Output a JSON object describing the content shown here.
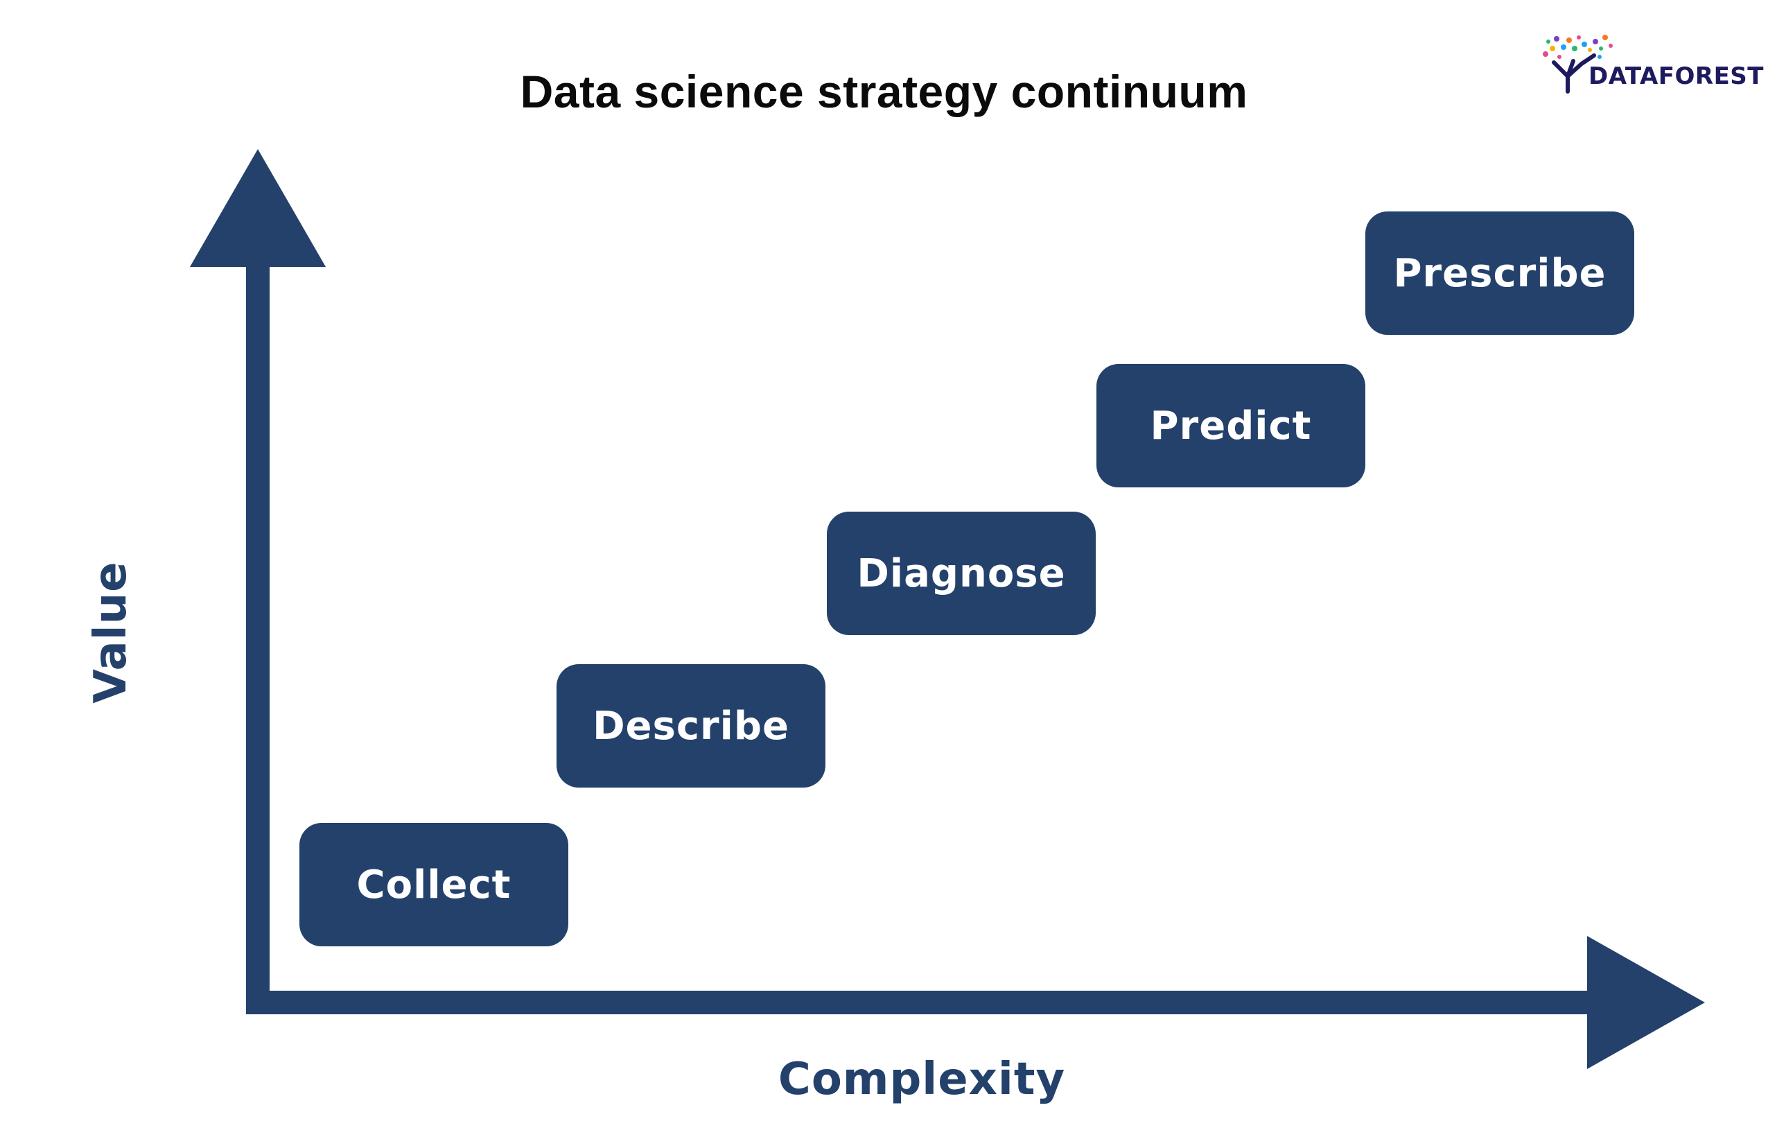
{
  "title": "Data science strategy continuum",
  "colors": {
    "primary": "#23416b",
    "title": "#0b0b0b",
    "logo_text": "#1d1a5e"
  },
  "axes": {
    "y_label": "Value",
    "x_label": "Complexity"
  },
  "steps": [
    {
      "label": "Collect",
      "order": 1
    },
    {
      "label": "Describe",
      "order": 2
    },
    {
      "label": "Diagnose",
      "order": 3
    },
    {
      "label": "Predict",
      "order": 4
    },
    {
      "label": "Prescribe",
      "order": 5
    }
  ],
  "logo": {
    "text": "DATAFOREST",
    "icon": "tree-icon"
  }
}
